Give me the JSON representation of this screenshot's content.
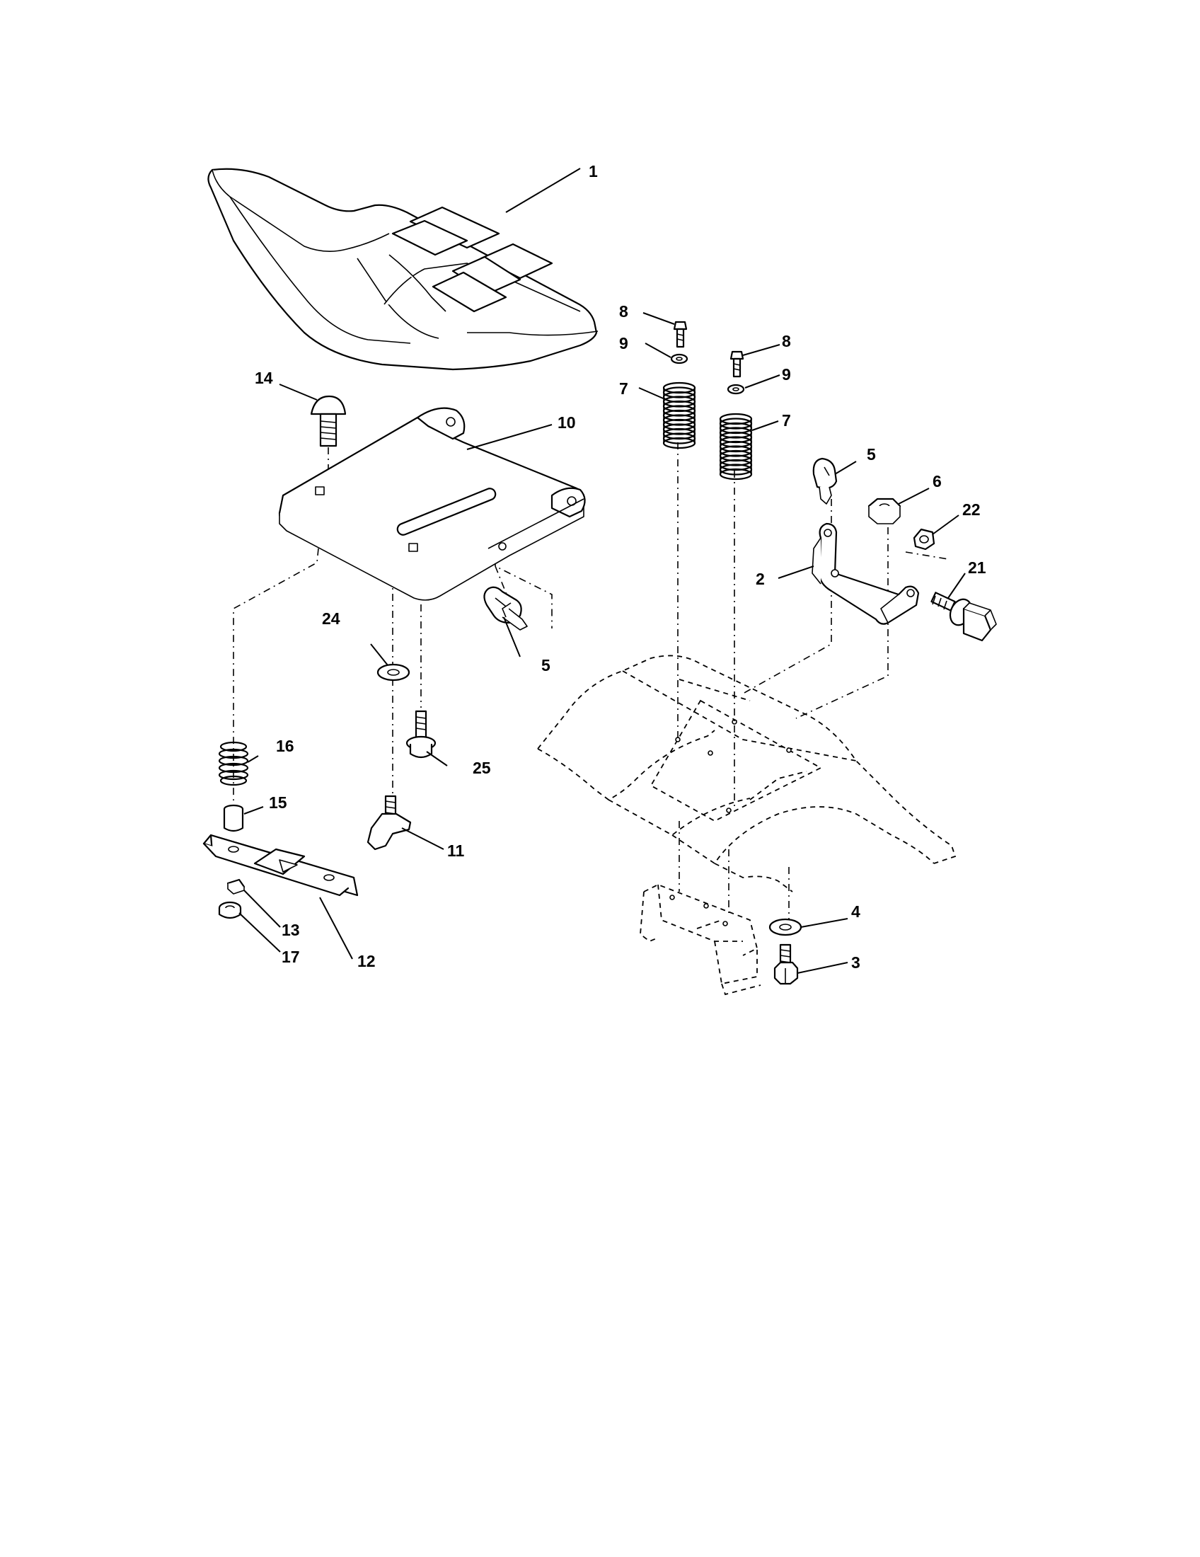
{
  "callouts": [
    {
      "id": "c1",
      "text": "1"
    },
    {
      "id": "c2",
      "text": "2"
    },
    {
      "id": "c3",
      "text": "3"
    },
    {
      "id": "c4",
      "text": "4"
    },
    {
      "id": "c5a",
      "text": "5"
    },
    {
      "id": "c5b",
      "text": "5"
    },
    {
      "id": "c6",
      "text": "6"
    },
    {
      "id": "c7a",
      "text": "7"
    },
    {
      "id": "c7b",
      "text": "7"
    },
    {
      "id": "c8a",
      "text": "8"
    },
    {
      "id": "c8b",
      "text": "8"
    },
    {
      "id": "c9a",
      "text": "9"
    },
    {
      "id": "c9b",
      "text": "9"
    },
    {
      "id": "c10",
      "text": "10"
    },
    {
      "id": "c11",
      "text": "11"
    },
    {
      "id": "c12",
      "text": "12"
    },
    {
      "id": "c13",
      "text": "13"
    },
    {
      "id": "c14",
      "text": "14"
    },
    {
      "id": "c15",
      "text": "15"
    },
    {
      "id": "c16",
      "text": "16"
    },
    {
      "id": "c17",
      "text": "17"
    },
    {
      "id": "c21",
      "text": "21"
    },
    {
      "id": "c22",
      "text": "22"
    },
    {
      "id": "c24",
      "text": "24"
    },
    {
      "id": "c25",
      "text": "25"
    }
  ]
}
